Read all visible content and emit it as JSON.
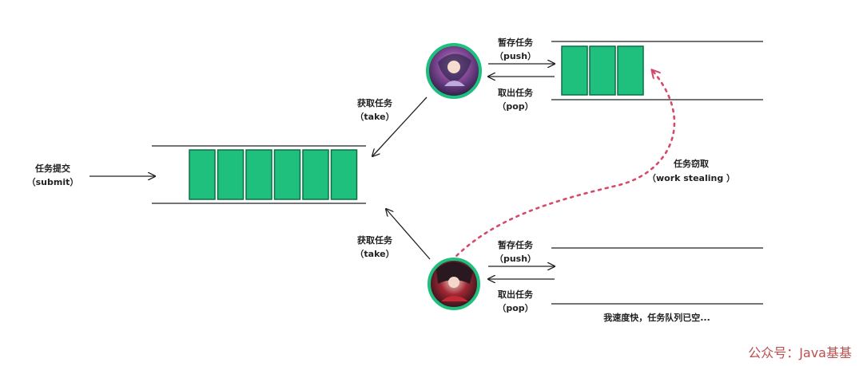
{
  "labels": {
    "submit_cn": "任务提交",
    "submit_en": "（submit）",
    "take_top_cn": "获取任务",
    "take_top_en": "（take）",
    "take_bottom_cn": "获取任务",
    "take_bottom_en": "（take）",
    "push_top_cn": "暂存任务",
    "push_top_en": "（push）",
    "pop_top_cn": "取出任务",
    "pop_top_en": "（pop）",
    "push_bottom_cn": "暂存任务",
    "push_bottom_en": "（push）",
    "pop_bottom_cn": "取出任务",
    "pop_bottom_en": "（pop）",
    "steal_cn": "任务窃取",
    "steal_en": "（work stealing ）",
    "empty_note": "我速度快，任务队列已空..."
  },
  "queues": {
    "shared_tasks": 6,
    "top_worker_tasks": 3,
    "bottom_worker_tasks": 0
  },
  "watermark": "公众号：Java基基",
  "colors": {
    "task_fill": "#1fbf7e",
    "task_stroke": "#0d6e46",
    "steal_arrow": "#d44a6a",
    "avatar_ring": "#1fbf7e"
  }
}
